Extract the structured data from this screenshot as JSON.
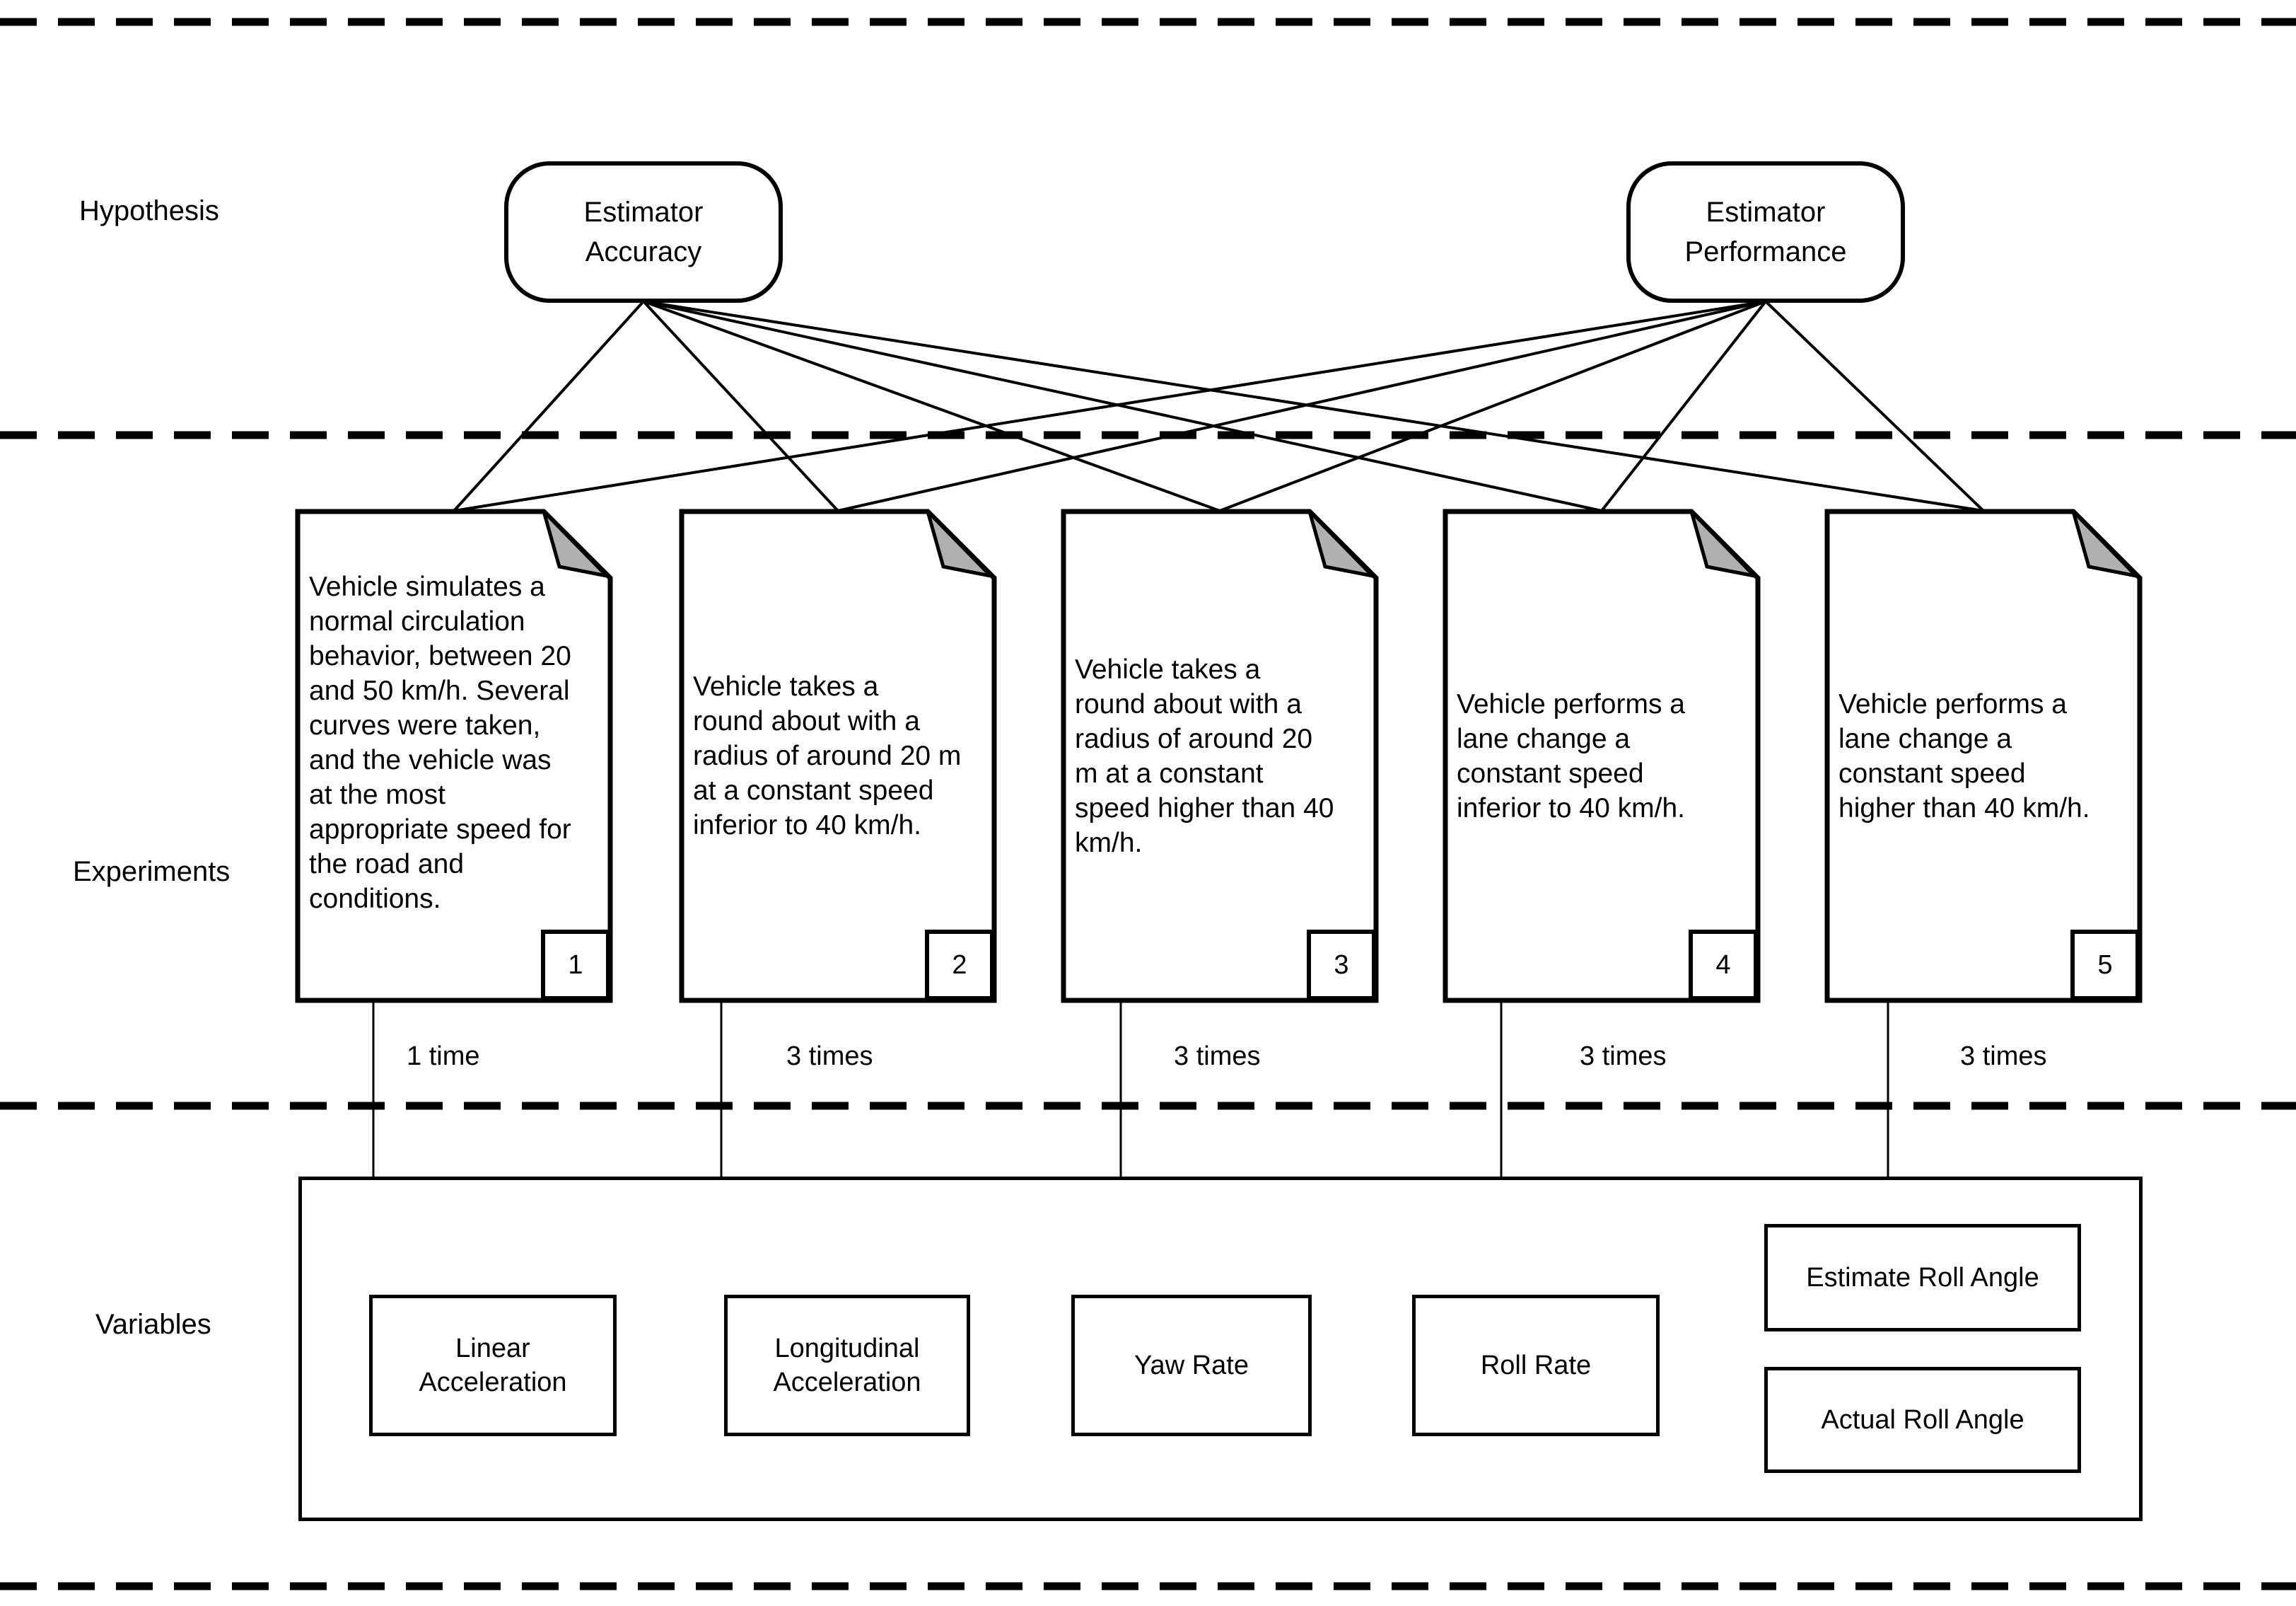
{
  "colors": {
    "ink": "#000000",
    "fold": "#b0b0b0",
    "paper": "#ffffff"
  },
  "sections": {
    "hypothesis_label": "Hypothesis",
    "experiments_label": "Experiments",
    "variables_label": "Variables"
  },
  "hypotheses": [
    {
      "label": "Estimator\nAccuracy"
    },
    {
      "label": "Estimator\nPerformance"
    }
  ],
  "experiments": [
    {
      "number": "1",
      "repetitions": "1 time",
      "text": "Vehicle simulates a\nnormal circulation\nbehavior, between 20\nand 50 km/h. Several\ncurves were taken,\nand the vehicle was\nat the most\nappropriate speed for\nthe road and\nconditions."
    },
    {
      "number": "2",
      "repetitions": "3 times",
      "text": "Vehicle takes a\nround about with a\nradius of around 20 m\nat a constant speed\ninferior to 40 km/h."
    },
    {
      "number": "3",
      "repetitions": "3 times",
      "text": "Vehicle takes a\nround about with a\nradius of around 20\nm at a constant\nspeed higher than 40\nkm/h."
    },
    {
      "number": "4",
      "repetitions": "3 times",
      "text": "Vehicle performs a\nlane change a\nconstant speed\ninferior to 40 km/h."
    },
    {
      "number": "5",
      "repetitions": "3 times",
      "text": "Vehicle performs a\nlane change a\nconstant speed\nhigher than 40 km/h."
    }
  ],
  "variables": [
    {
      "label": "Linear\nAcceleration"
    },
    {
      "label": "Longitudinal\nAcceleration"
    },
    {
      "label": "Yaw Rate"
    },
    {
      "label": "Roll Rate"
    },
    {
      "label": "Estimate Roll Angle"
    },
    {
      "label": "Actual Roll Angle"
    }
  ]
}
